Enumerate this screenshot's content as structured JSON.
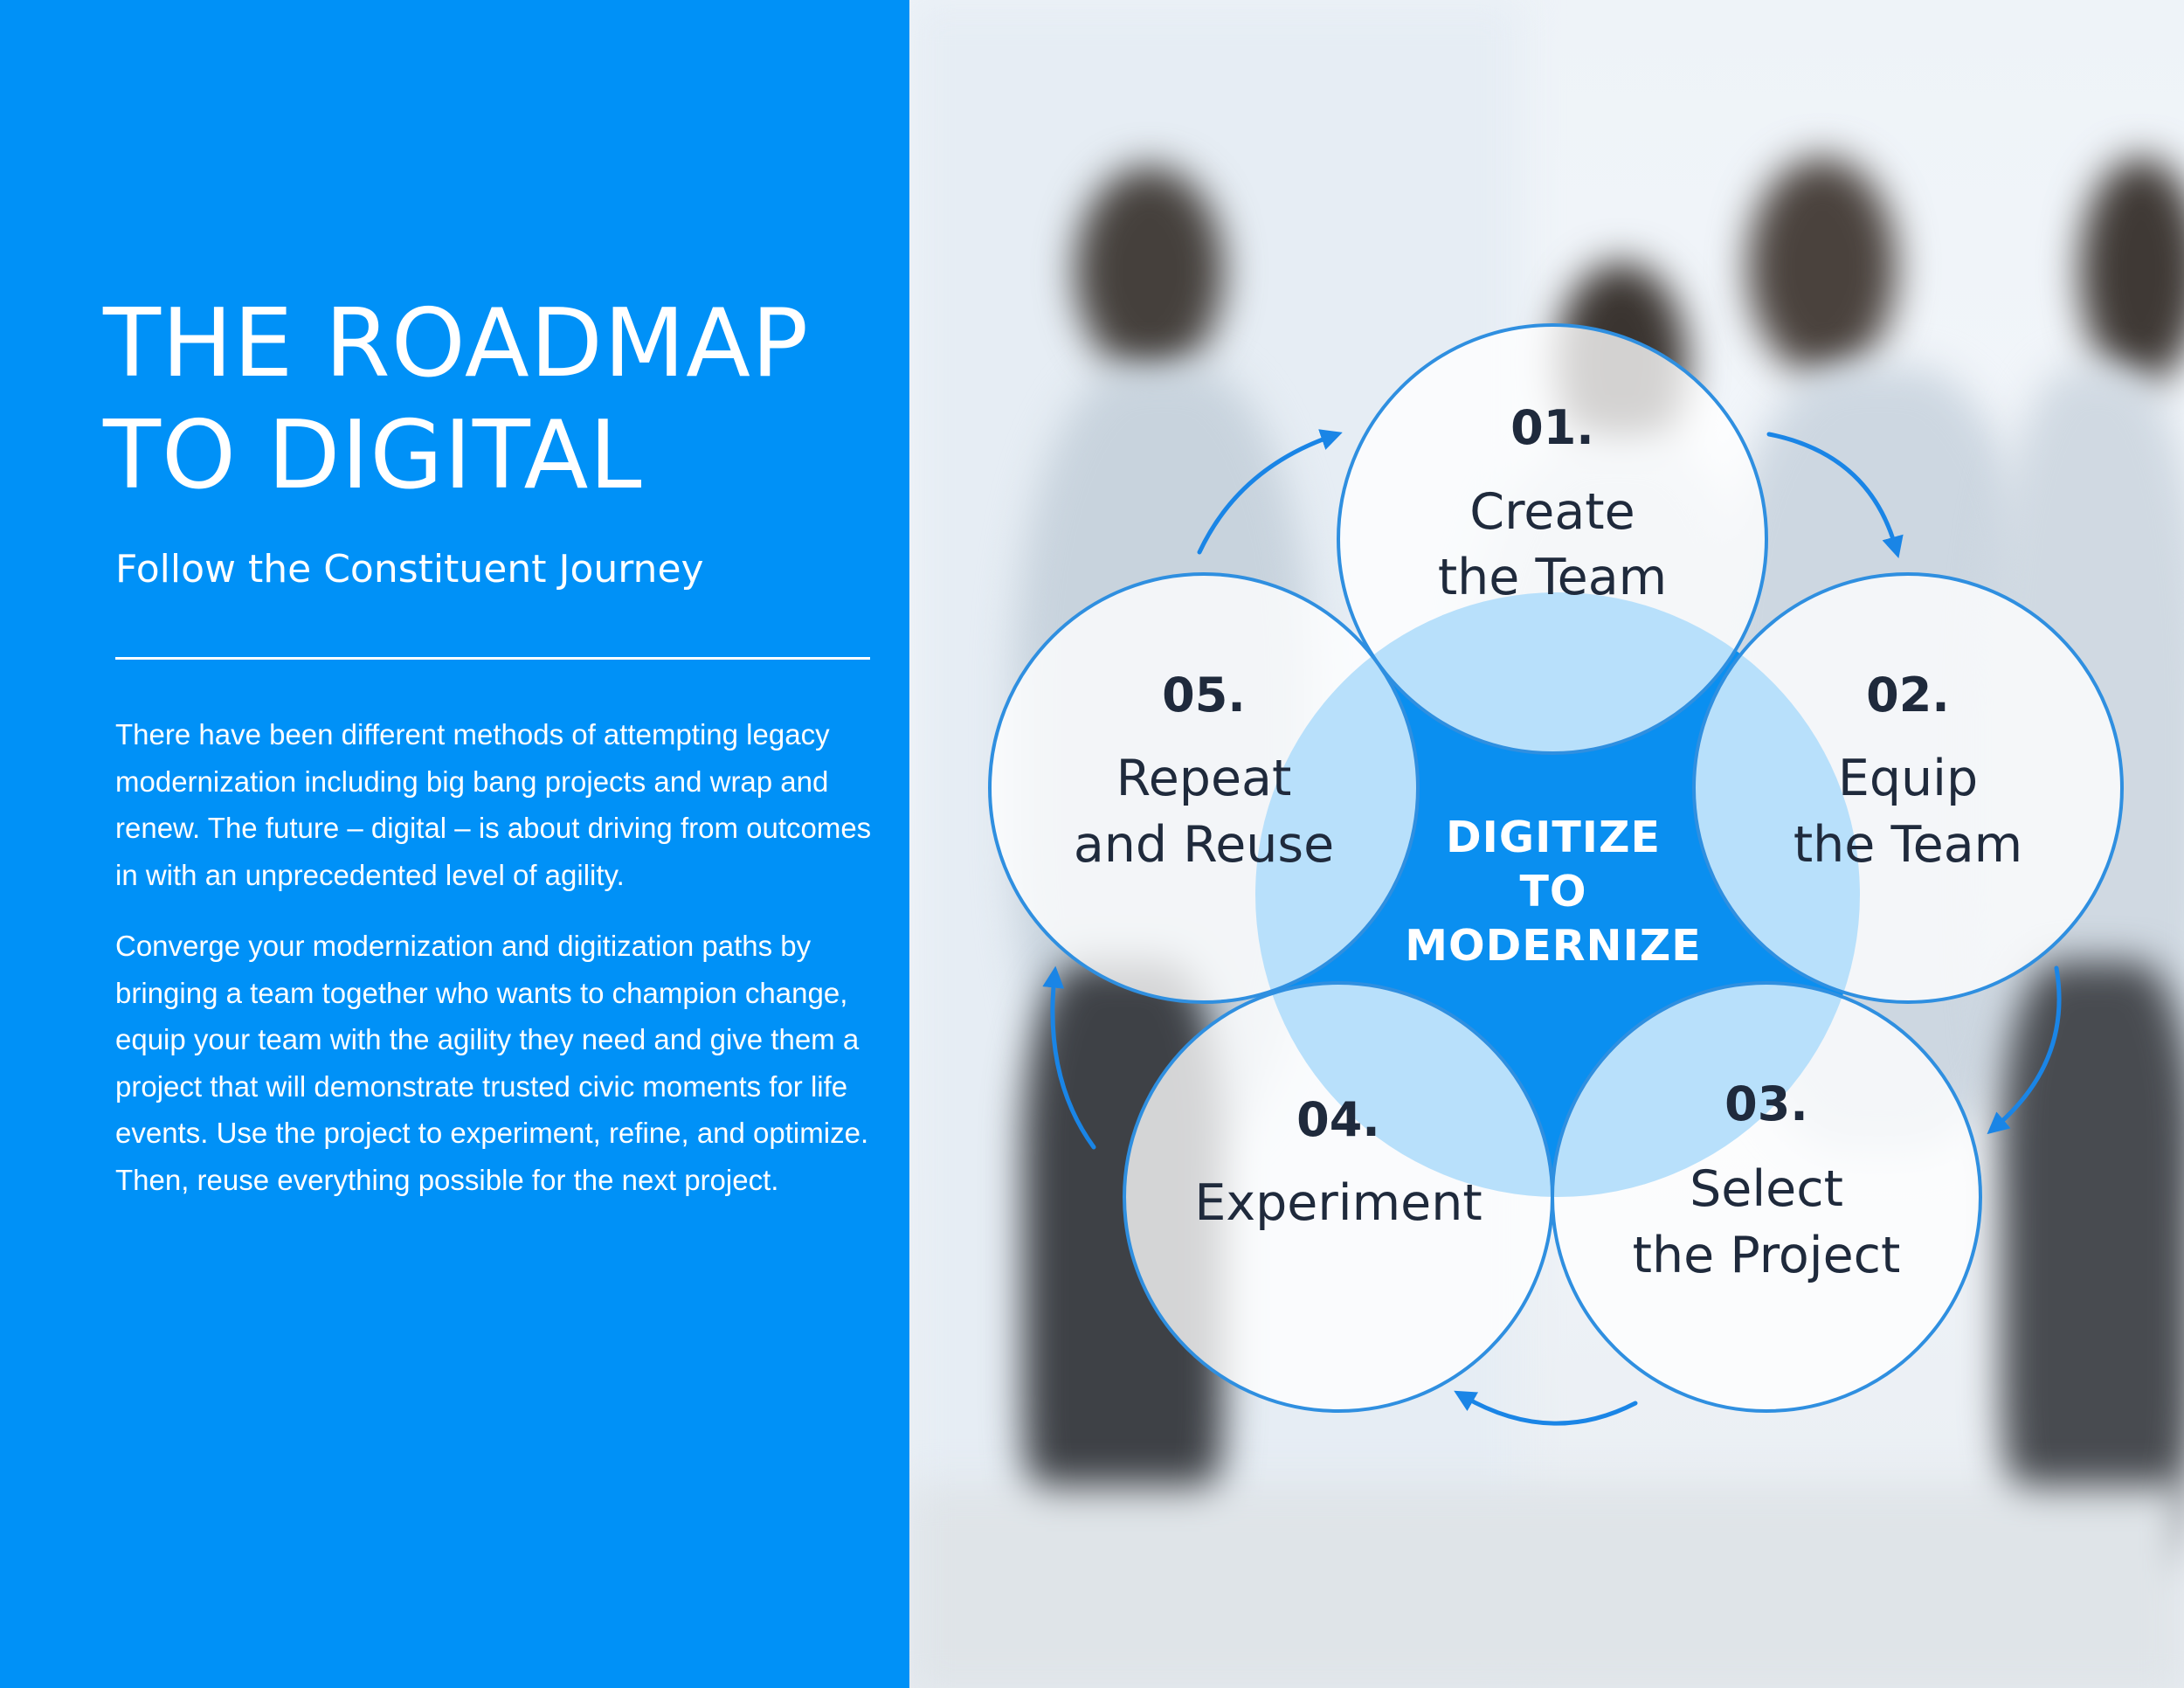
{
  "sidebar": {
    "title_line1": "THE ROADMAP",
    "title_line2": "TO DIGITAL",
    "subtitle": "Follow the Constituent Journey",
    "paragraph1": "There have been different methods of attempting legacy modernization including big bang projects and  wrap and renew.  The future – digital – is about driving from outcomes in with an unprecedented level of agility.",
    "paragraph2": "Converge your modernization and digitization paths by bringing a team together who wants to champion change, equip your team with the agility they need and give them a project that will demonstrate trusted civic moments for life events.  Use the project to experiment, refine, and optimize.  Then, reuse everything possible for the next project."
  },
  "diagram": {
    "center": {
      "line1": "DIGITIZE",
      "line2": "TO",
      "line3": "MODERNIZE"
    },
    "steps": [
      {
        "number": "01.",
        "line1": "Create",
        "line2": "the Team"
      },
      {
        "number": "02.",
        "line1": "Equip",
        "line2": "the Team"
      },
      {
        "number": "03.",
        "line1": "Select",
        "line2": "the Project"
      },
      {
        "number": "04.",
        "line1": "Experiment",
        "line2": ""
      },
      {
        "number": "05.",
        "line1": "Repeat",
        "line2": "and Reuse"
      }
    ]
  },
  "colors": {
    "panel_blue": "#0091f7",
    "circle_stroke": "#2f8fe0",
    "overlap_fill": "#b8e0fb",
    "center_fill": "#0a8ff0",
    "arrow": "#1a85e6",
    "text_dark": "#1f2a3c"
  }
}
